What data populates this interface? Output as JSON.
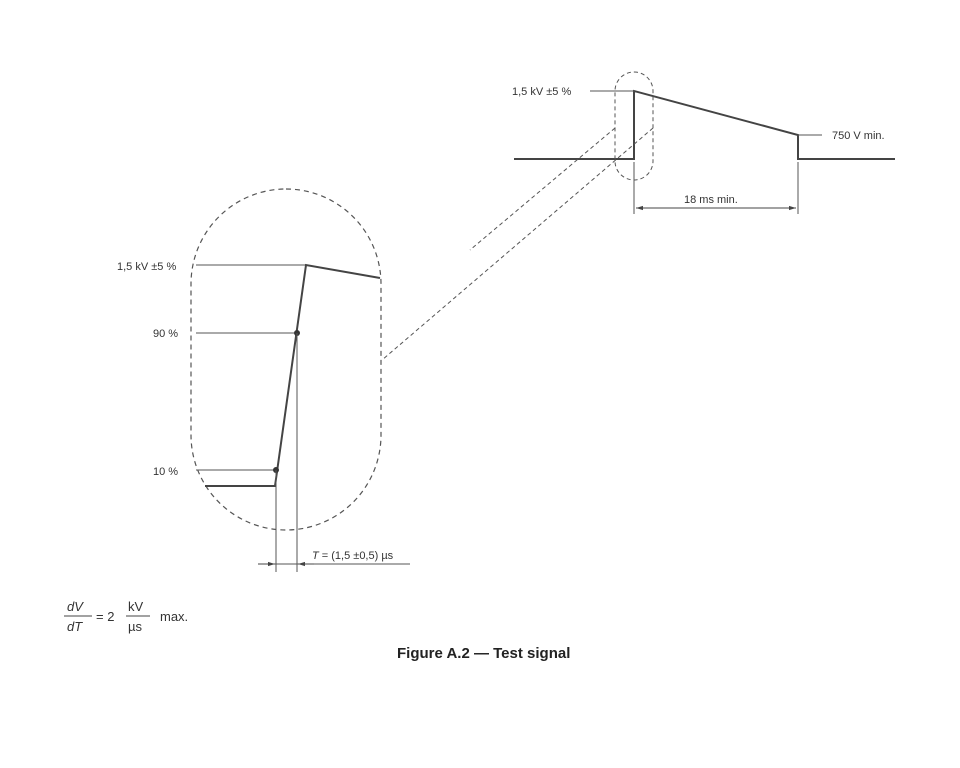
{
  "caption": "Figure A.2 — Test signal",
  "overview": {
    "peak_label": "1,5 kV ±5 %",
    "min_label": "750 V min.",
    "duration_label": "18 ms min."
  },
  "detail": {
    "peak_label": "1,5 kV ±5 %",
    "ninety_label": "90 %",
    "ten_label": "10 %",
    "rise_label_var": "T",
    "rise_label_rest": " = (1,5 ±0,5) µs"
  },
  "formula": {
    "numerator_left": "dV",
    "denominator_left": "dT",
    "equals": "= 2",
    "numerator_right": "kV",
    "denominator_right": "µs",
    "suffix": "max."
  },
  "colors": {
    "signal": "#444444",
    "line": "#555555",
    "dashed": "#555555"
  }
}
